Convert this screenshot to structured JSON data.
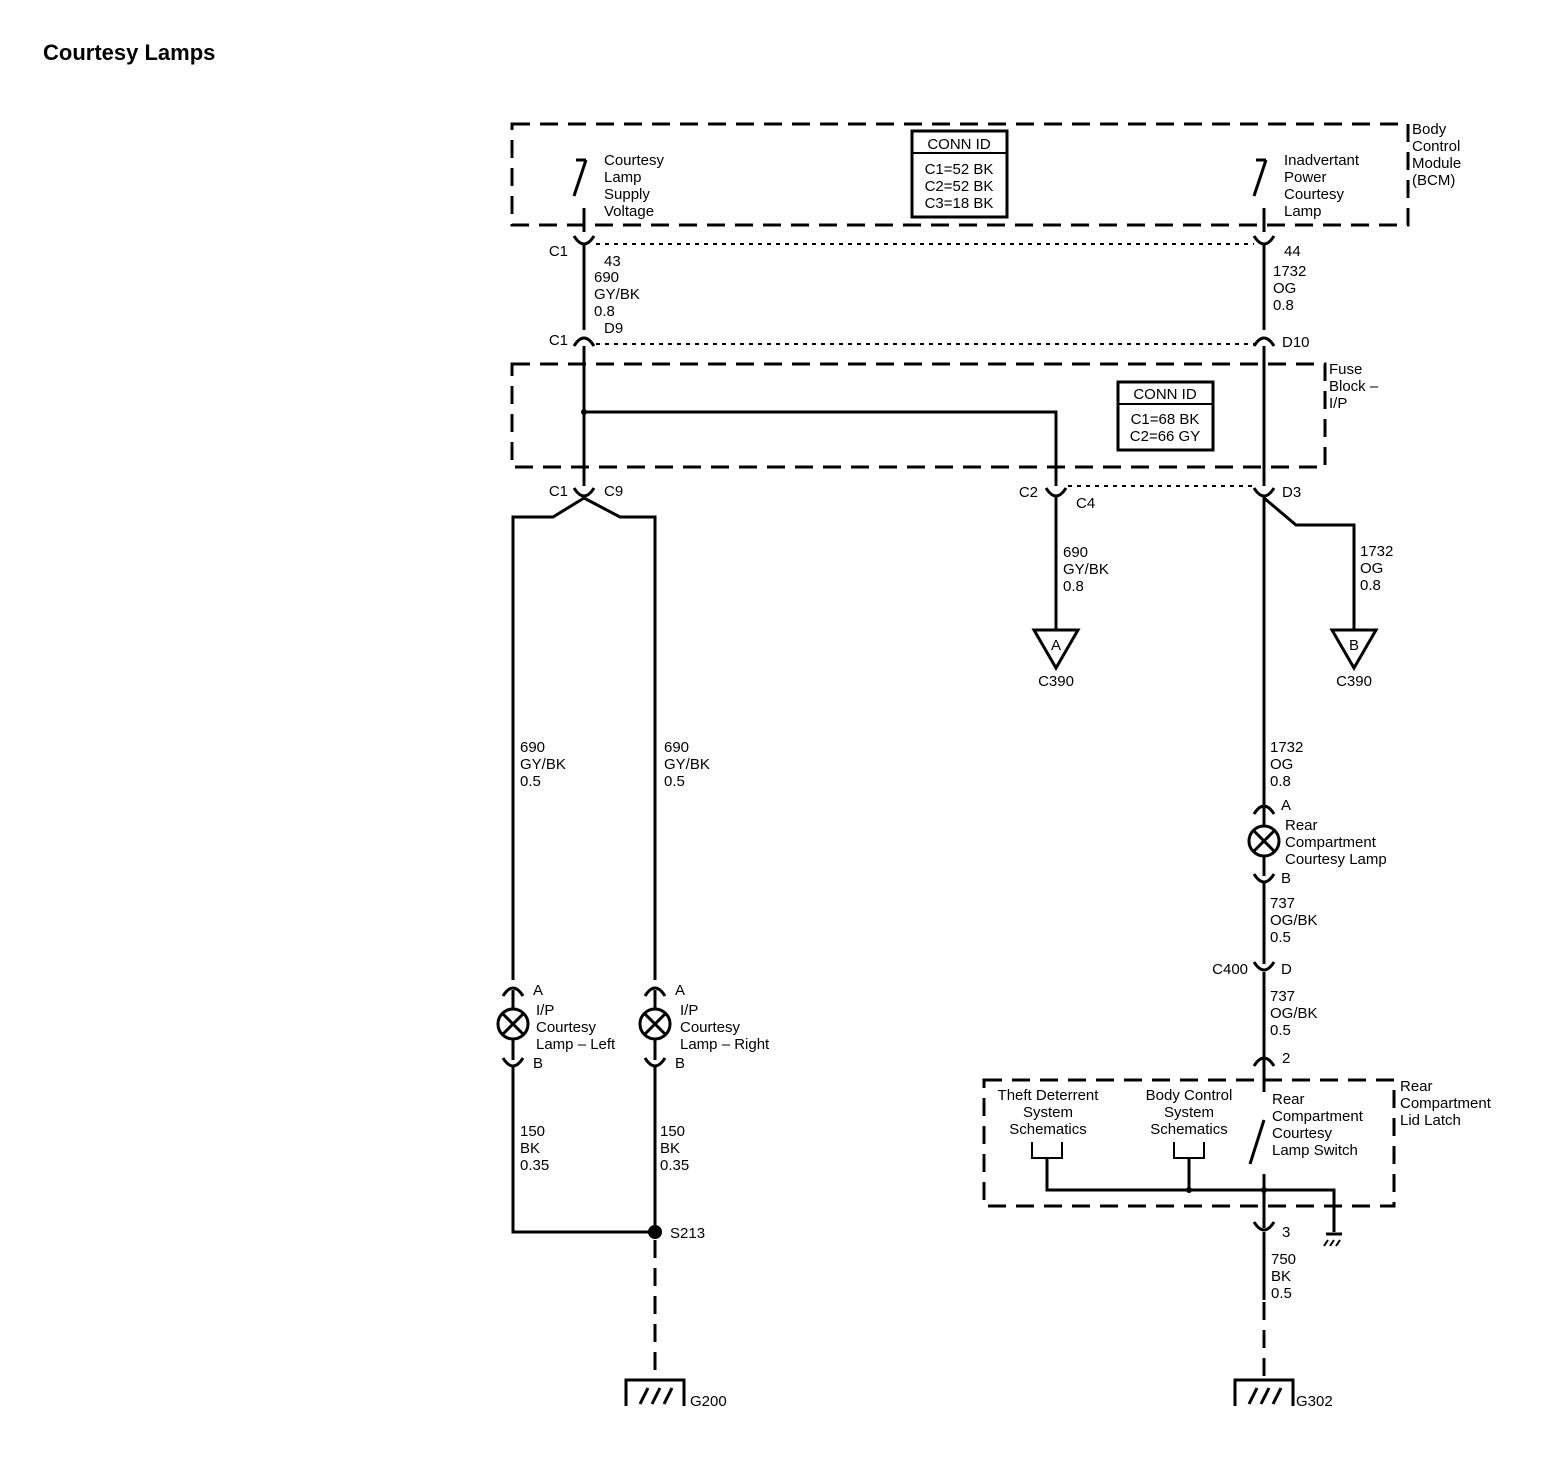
{
  "title": "Courtesy Lamps",
  "bcm": {
    "name": [
      "Body",
      "Control",
      "Module",
      "(BCM)"
    ],
    "conn_id": {
      "header": "CONN ID",
      "rows": [
        "C1=52 BK",
        "C2=52 BK",
        "C3=18 BK"
      ]
    },
    "left_output": [
      "Courtesy",
      "Lamp",
      "Supply",
      "Voltage"
    ],
    "right_output": [
      "Inadvertant",
      "Power",
      "Courtesy",
      "Lamp"
    ],
    "left_connector": "C1",
    "left_pin": "43",
    "right_pin": "44"
  },
  "wire_690_upper": [
    "690",
    "GY/BK",
    "0.8"
  ],
  "wire_1732_upper": [
    "1732",
    "OG",
    "0.8"
  ],
  "fuse_block": {
    "name": [
      "Fuse",
      "Block –",
      "I/P"
    ],
    "conn_id": {
      "header": "CONN ID",
      "rows": [
        "C1=68 BK",
        "C2=66 GY"
      ]
    },
    "top_left_connector": "C1",
    "top_left_pin": "D9",
    "top_right_pin": "D10",
    "bottom_left_connector": "C1",
    "bottom_left_pin": "C9",
    "mid_connector": "C2",
    "mid_pin": "C4",
    "bottom_right_pin": "D3"
  },
  "wire_690_to_c390": [
    "690",
    "GY/BK",
    "0.8"
  ],
  "wire_1732_to_c390": [
    "1732",
    "OG",
    "0.8"
  ],
  "c390_a": {
    "letter": "A",
    "label": "C390"
  },
  "c390_b": {
    "letter": "B",
    "label": "C390"
  },
  "wire_690_left": [
    "690",
    "GY/BK",
    "0.5"
  ],
  "wire_690_right": [
    "690",
    "GY/BK",
    "0.5"
  ],
  "lamp_left": {
    "pin_a": "A",
    "pin_b": "B",
    "label": [
      "I/P",
      "Courtesy",
      "Lamp – Left"
    ]
  },
  "lamp_right": {
    "pin_a": "A",
    "pin_b": "B",
    "label": [
      "I/P",
      "Courtesy",
      "Lamp – Right"
    ]
  },
  "wire_150_left": [
    "150",
    "BK",
    "0.35"
  ],
  "wire_150_right": [
    "150",
    "BK",
    "0.35"
  ],
  "splice": "S213",
  "ground_left": "G200",
  "wire_1732_lower": [
    "1732",
    "OG",
    "0.8"
  ],
  "rear_lamp": {
    "pin_a": "A",
    "pin_b": "B",
    "label": [
      "Rear",
      "Compartment",
      "Courtesy Lamp"
    ]
  },
  "wire_737_upper": [
    "737",
    "OG/BK",
    "0.5"
  ],
  "c400": {
    "connector": "C400",
    "pin": "D"
  },
  "wire_737_lower": [
    "737",
    "OG/BK",
    "0.5"
  ],
  "latch": {
    "name": [
      "Rear",
      "Compartment",
      "Lid Latch"
    ],
    "pin_top": "2",
    "pin_bottom": "3",
    "theft_ref": [
      "Theft Deterrent",
      "System",
      "Schematics"
    ],
    "bcs_ref": [
      "Body Control",
      "System",
      "Schematics"
    ],
    "switch_label": [
      "Rear",
      "Compartment",
      "Courtesy",
      "Lamp Switch"
    ]
  },
  "wire_750": [
    "750",
    "BK",
    "0.5"
  ],
  "ground_right": "G302"
}
